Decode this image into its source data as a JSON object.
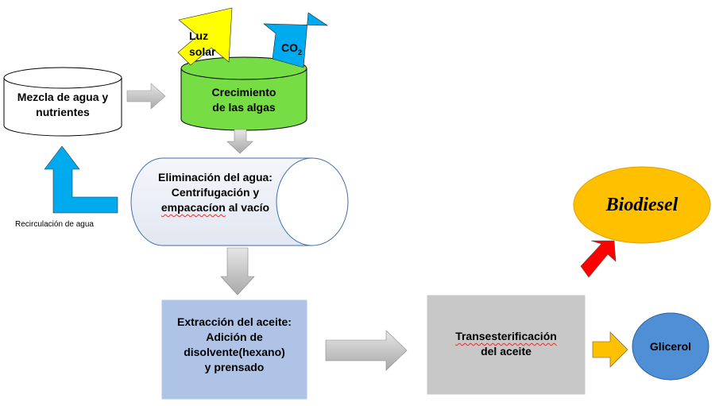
{
  "nodes": {
    "mezcla": {
      "line1": "Mezcla de agua y",
      "line2": "nutrientes"
    },
    "luz": {
      "line1": "Luz",
      "line2": "solar"
    },
    "co2": {
      "text": "CO",
      "sub": "2"
    },
    "crecimiento": {
      "line1": "Crecimiento",
      "line2": "de las algas"
    },
    "eliminacion": {
      "line1": "Eliminación del agua:",
      "line2": "Centrifugación y",
      "line3_prefix": "",
      "line3_word": "empacacíon",
      "line3_suffix": " al vacío"
    },
    "recirculacion": {
      "text": "Recirculación de agua"
    },
    "extraccion": {
      "line1": "Extracción del  aceite:",
      "line2": "Adición de",
      "line3": "disolvente(hexano)",
      "line4": "y prensado"
    },
    "transesterificacion": {
      "line1": "Transesterificación",
      "line2": "del aceite"
    },
    "biodiesel": {
      "text": "Biodiesel"
    },
    "glicerol": {
      "text": "Glicerol"
    }
  },
  "colors": {
    "green": "#77dd44",
    "yellow": "#ffff00",
    "cyan": "#00aaee",
    "blueBox": "#aec3e6",
    "grayBox": "#c8c8c8",
    "orange": "#ffc000",
    "red": "#ff0000",
    "glicerol": "#4f8fd6",
    "arrowGray": "#c0c0c0"
  }
}
